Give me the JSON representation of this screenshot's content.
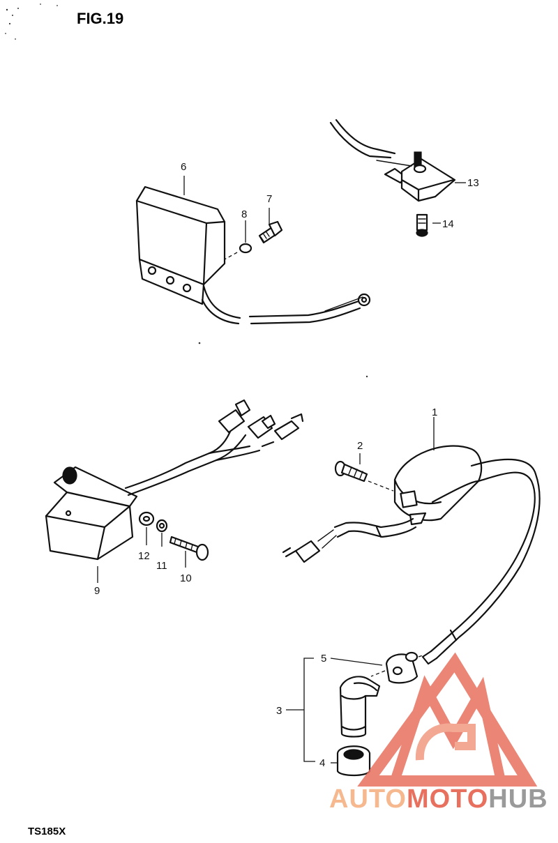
{
  "title": "FIG.19",
  "footer": "TS185X",
  "watermark": {
    "part1": "AUTO",
    "part2": "MOTO",
    "part3": "HUB",
    "color_light": "#f6b88e",
    "color_red": "#e8705f",
    "color_dark": "#9a9a9a"
  },
  "labels": {
    "p1": "1",
    "p2": "2",
    "p3": "3",
    "p4": "4",
    "p5": "5",
    "p6": "6",
    "p7": "7",
    "p8": "8",
    "p9": "9",
    "p10": "10",
    "p11": "11",
    "p12": "12",
    "p13": "13",
    "p14": "14"
  }
}
